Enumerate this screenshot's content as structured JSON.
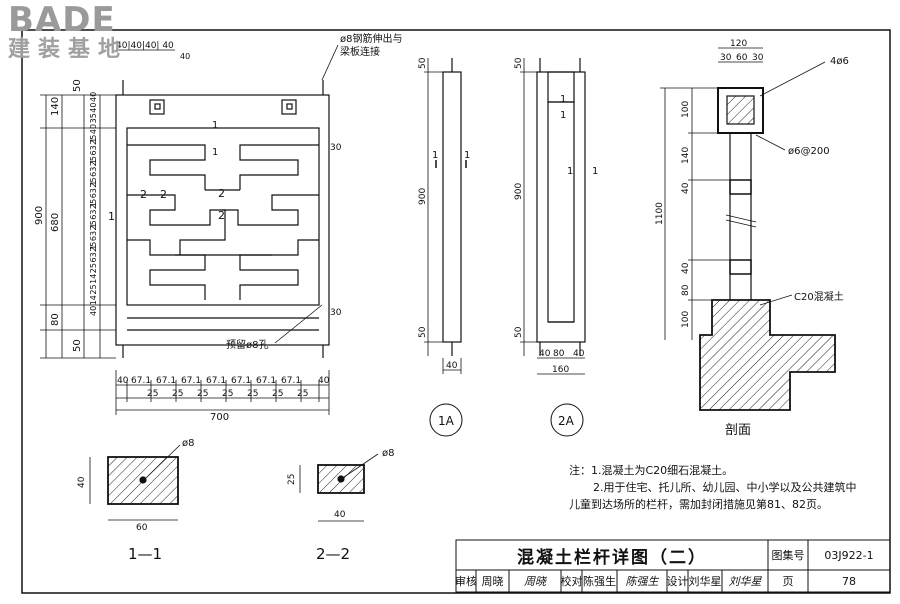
{
  "brand": {
    "logo": "BADE",
    "subtitle": "建装基地"
  },
  "elevation": {
    "top_note_line1": "ø8钢筋伸出与",
    "top_note_line2": "梁板连接",
    "hole_note": "预留ø8孔",
    "top_dims": "40|40|40| 40",
    "top_small": "40",
    "left_dims": [
      "50",
      "140",
      "680",
      "80",
      "50"
    ],
    "left_total": "900",
    "fine_dims": [
      "40",
      "40",
      "35",
      "40",
      "25",
      "63.1",
      "25",
      "63.1",
      "25",
      "63.1",
      "25",
      "63.1",
      "25",
      "63.1",
      "25",
      "63.1",
      "25",
      "14",
      "25",
      "14",
      "40"
    ],
    "bottom_dims": [
      "40",
      "67.1",
      "67.1",
      "67.1",
      "67.1",
      "67.1",
      "67.1",
      "67.1",
      "40"
    ],
    "bottom_sub": [
      "25",
      "25",
      "25",
      "25",
      "25",
      "25",
      "25"
    ],
    "bottom_total": "700",
    "right_dim": "30",
    "right_dim2": "30",
    "section_marks": [
      "1",
      "1",
      "2",
      "2",
      "2",
      "2",
      "1"
    ]
  },
  "view_1A": {
    "label": "1A",
    "dims": [
      "50",
      "900",
      "50"
    ],
    "width": "40",
    "marks": [
      "1",
      "1"
    ]
  },
  "view_2A": {
    "label": "2A",
    "dims": [
      "50",
      "900",
      "50"
    ],
    "bottom_dims": [
      "40",
      "80",
      "40"
    ],
    "bottom_total": "160",
    "marks": [
      "1",
      "1",
      "1",
      "1"
    ]
  },
  "section": {
    "label": "剖面",
    "top_dim": "120",
    "top_sub": [
      "30",
      "60",
      "30"
    ],
    "rebar": "4ø6",
    "stirrup": "ø6@200",
    "left_dims": [
      "100",
      "140",
      "40",
      "1100",
      "40",
      "80",
      "100"
    ],
    "concrete": "C20混凝土"
  },
  "sec_1_1": {
    "label": "1—1",
    "rebar": "ø8",
    "height": "40",
    "width": "60"
  },
  "sec_2_2": {
    "label": "2—2",
    "rebar": "ø8",
    "height": "25",
    "width": "40"
  },
  "notes": {
    "line1": "注：1.混凝土为C20细石混凝土。",
    "line2": "2.用于住宅、托儿所、幼儿园、中小学以及公共建筑中",
    "line3": "儿童到达场所的栏杆，需加封闭措施见第81、82页。"
  },
  "title_block": {
    "title": "混凝土栏杆详图（二）",
    "atlas_label": "图集号",
    "atlas_no": "03J922-1",
    "page_label": "页",
    "page_no": "78",
    "check_label": "审核",
    "checker": "周晓",
    "checker_sig": "周晓",
    "proof_label": "校对",
    "proofer": "陈强生",
    "proofer_sig": "陈强生",
    "design_label": "设计",
    "designer": "刘华星",
    "designer_sig": "刘华星"
  }
}
